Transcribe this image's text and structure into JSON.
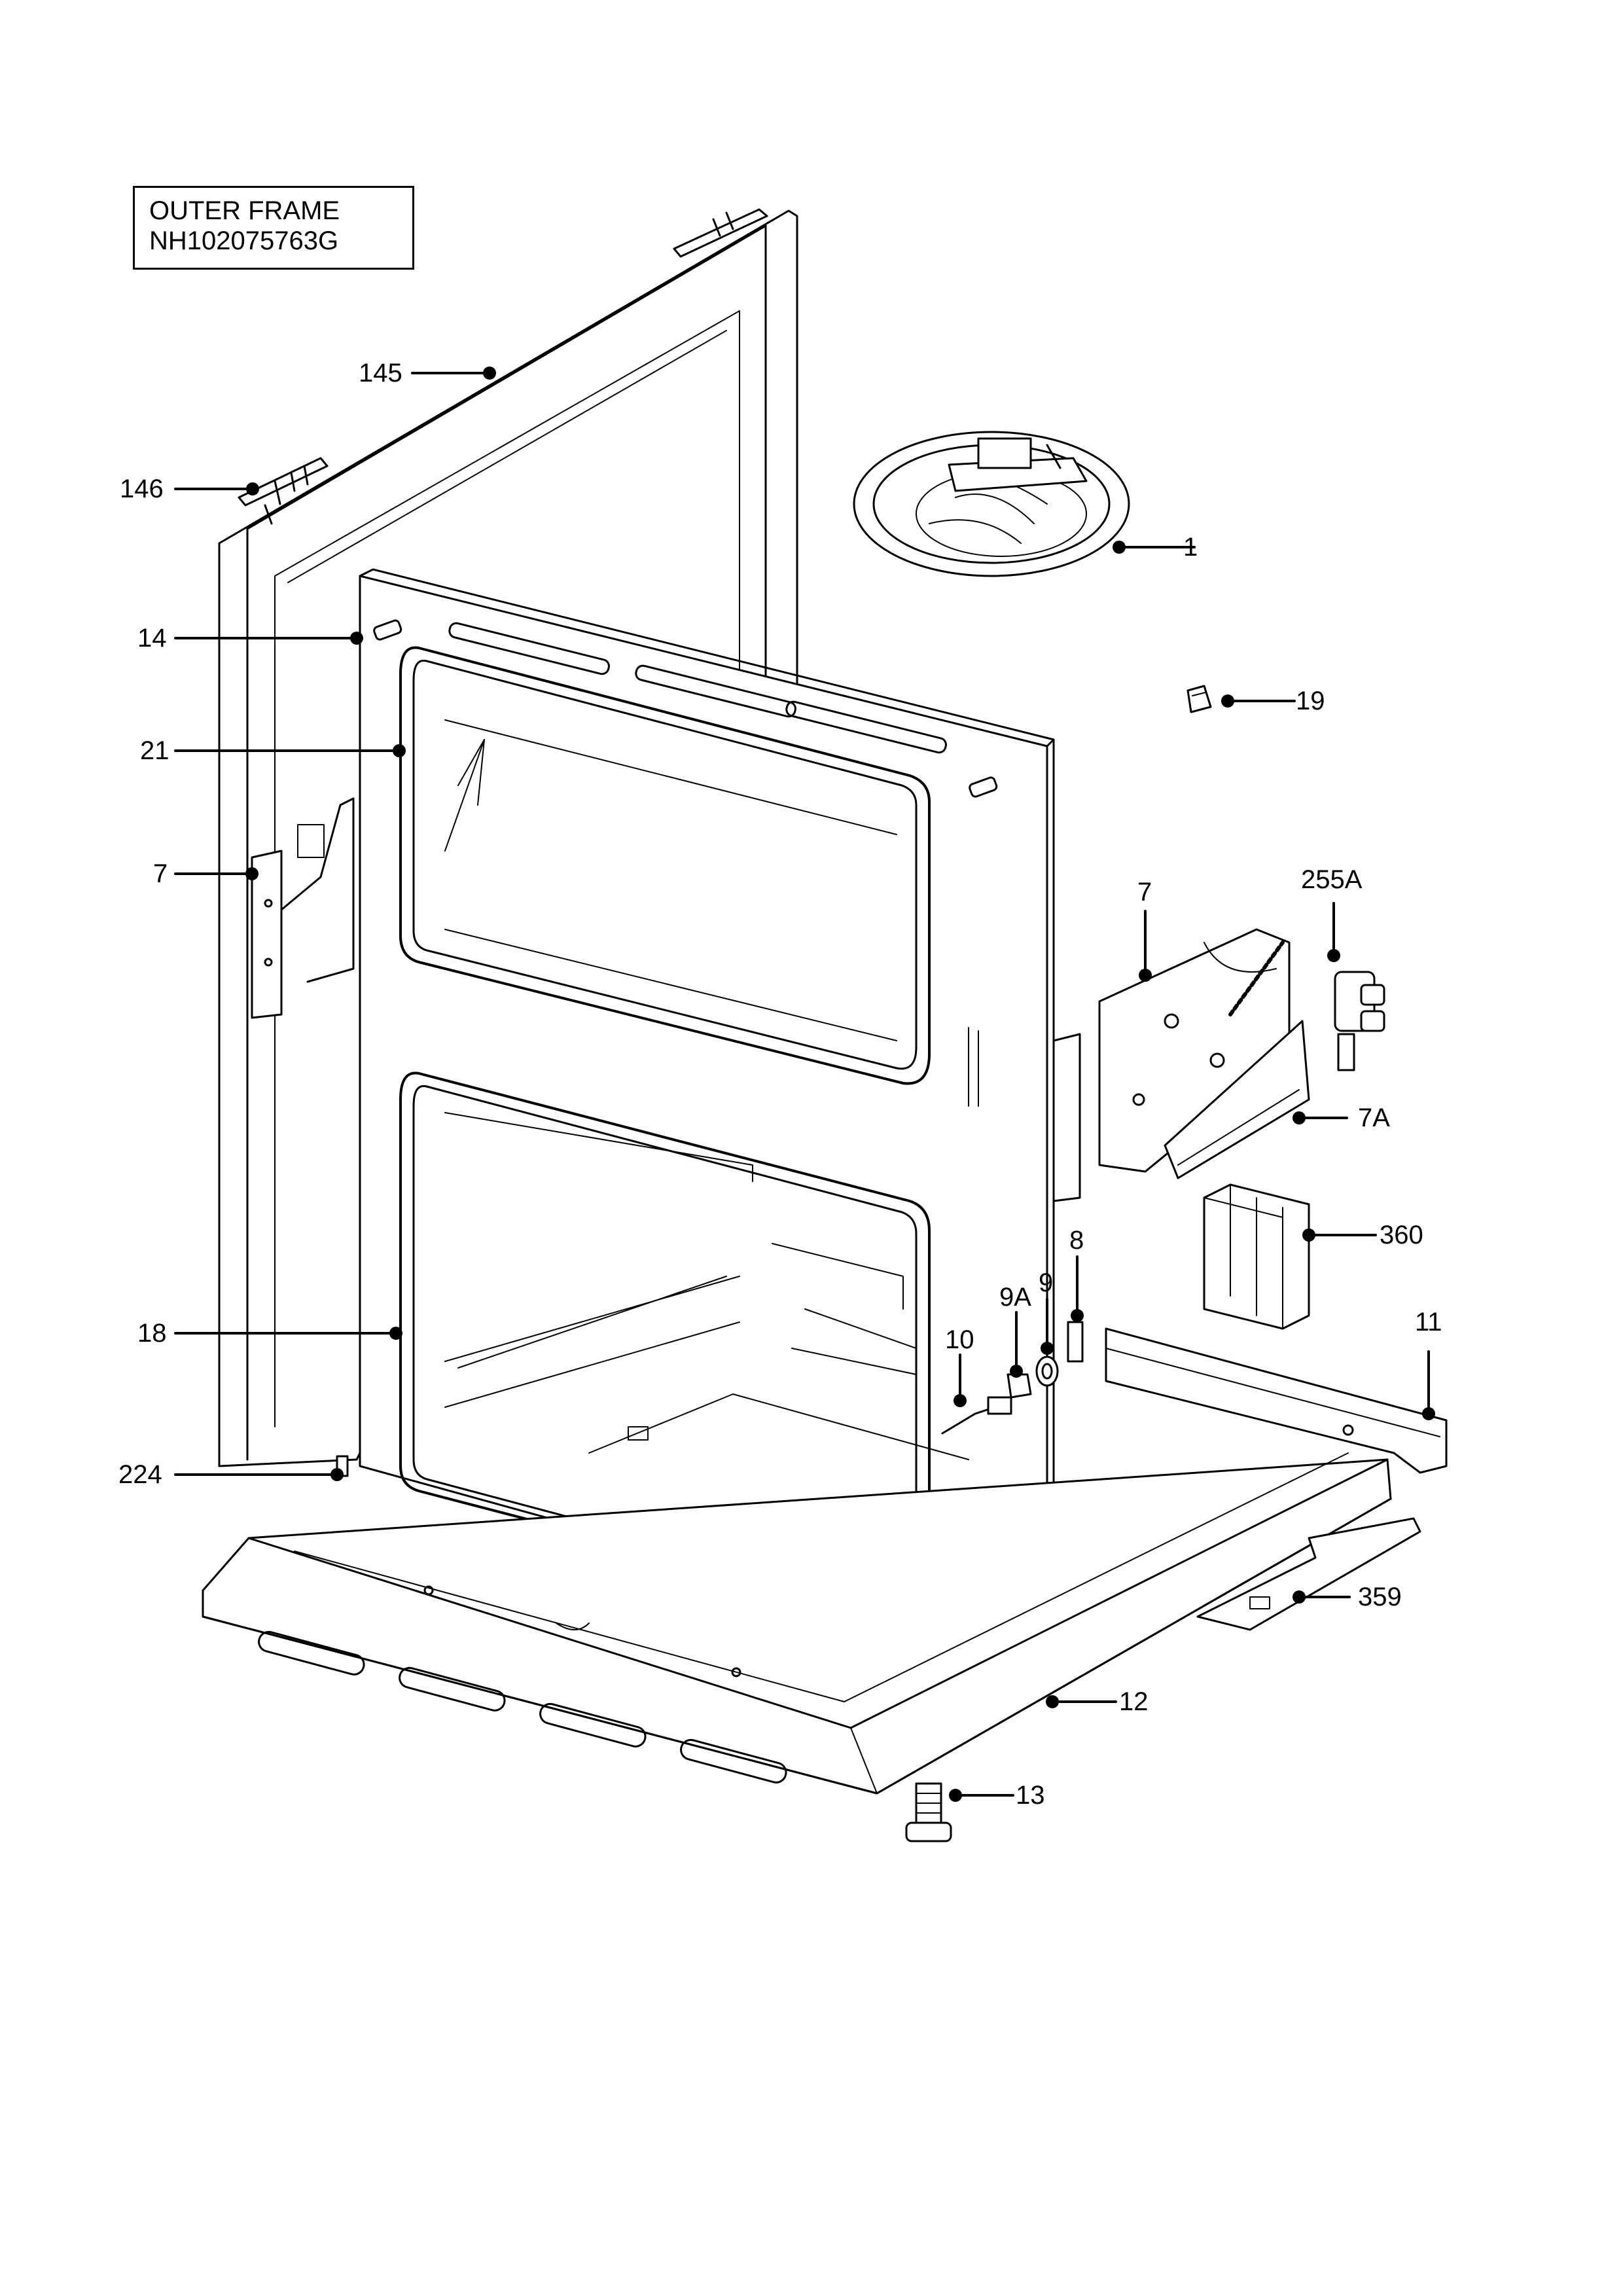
{
  "title": {
    "line1": "OUTER FRAME",
    "line2": "NH102075763G"
  },
  "callouts": {
    "c145": "145",
    "c146": "146",
    "c1": "1",
    "c14": "14",
    "c19": "19",
    "c21": "21",
    "c7_left": "7",
    "c7_right": "7",
    "c255A": "255A",
    "c7A": "7A",
    "c360": "360",
    "c8": "8",
    "c9": "9",
    "c9A": "9A",
    "c10": "10",
    "c11": "11",
    "c18": "18",
    "c224": "224",
    "c359": "359",
    "c12": "12",
    "c13": "13"
  }
}
